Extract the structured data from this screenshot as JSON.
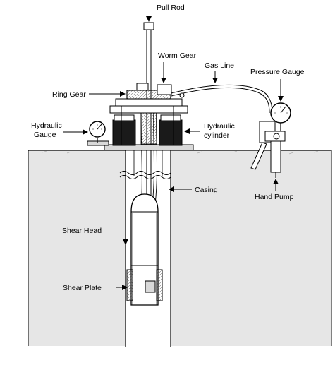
{
  "labels": {
    "pull_rod": "Pull Rod",
    "worm_gear": "Worm Gear",
    "gas_line": "Gas Line",
    "pressure_gauge": "Pressure Gauge",
    "ring_gear": "Ring Gear",
    "hydraulic_gauge_line1": "Hydraulic",
    "hydraulic_gauge_line2": "Gauge",
    "hydraulic_cylinder_line1": "Hydraulic",
    "hydraulic_cylinder_line2": "cylinder",
    "casing": "Casing",
    "hand_pump": "Hand Pump",
    "shear_head": "Shear Head",
    "shear_plate": "Shear Plate"
  },
  "colors": {
    "ground_fill": "#e6e6e6",
    "line": "#000000",
    "cylinder_dark": "#1a1a1a",
    "metal_light": "#d9d9d9"
  }
}
